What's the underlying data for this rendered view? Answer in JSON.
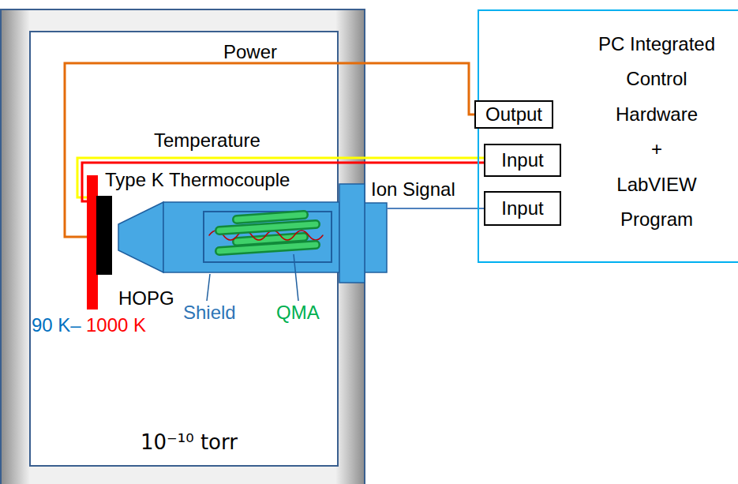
{
  "diagram": {
    "nodes": [
      {
        "text": [
          "10⁻¹⁰ torr"
        ]
      },
      {
        "text": [
          "HOPG"
        ],
        "in": 0
      },
      {
        "text": [
          "Shield"
        ],
        "in": 0
      },
      {
        "text": [
          "QMA"
        ],
        "in": 2
      },
      {
        "text": [
          "PC Integrated Control Hardware",
          "+",
          "LabVIEW Program"
        ]
      },
      {
        "text": [
          "Output"
        ],
        "in": 4
      },
      {
        "text": [
          "Input"
        ],
        "in": 4
      },
      {
        "text": [
          "Input"
        ],
        "in": 4
      }
    ],
    "edges": [
      {
        "from": 1,
        "to": 5,
        "label": "Power",
        "arrow": "none"
      },
      {
        "from": 1,
        "to": 6,
        "label": "Temperature",
        "arrow": "none"
      },
      {
        "from": 2,
        "to": 7,
        "label": "Ion Signal",
        "arrow": "none"
      }
    ],
    "labels": [
      "Type K Thermocouple",
      "90 K–",
      "1000 K"
    ]
  }
}
